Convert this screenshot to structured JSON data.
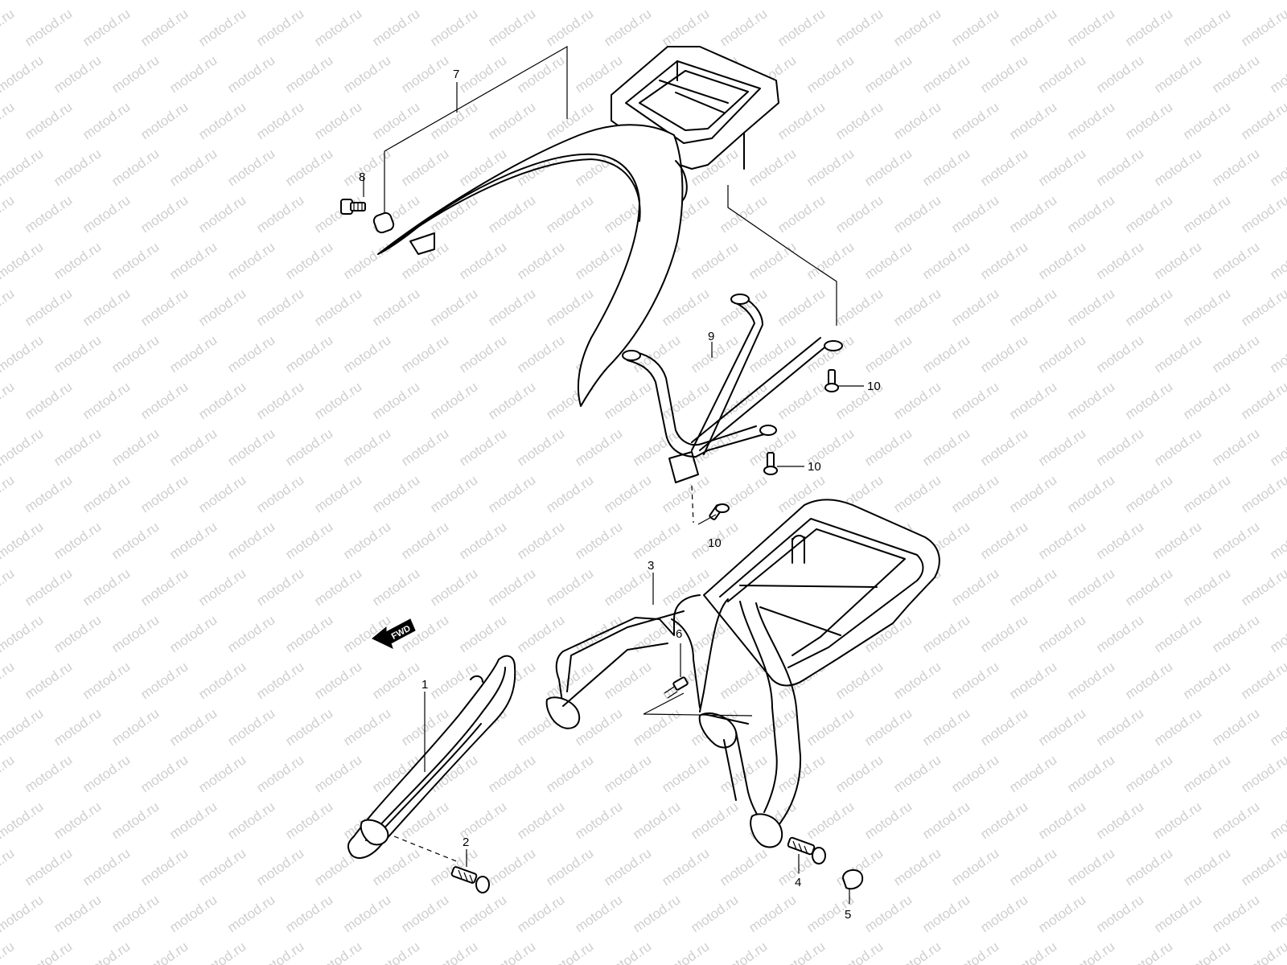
{
  "watermark": {
    "text": "motod.ru"
  },
  "direction_label": "FWD",
  "callouts": {
    "c1": "1",
    "c2": "2",
    "c3": "3",
    "c4": "4",
    "c5": "5",
    "c6": "6",
    "c7": "7",
    "c8": "8",
    "c9": "9",
    "c10a": "10",
    "c10b": "10",
    "c10c": "10"
  }
}
